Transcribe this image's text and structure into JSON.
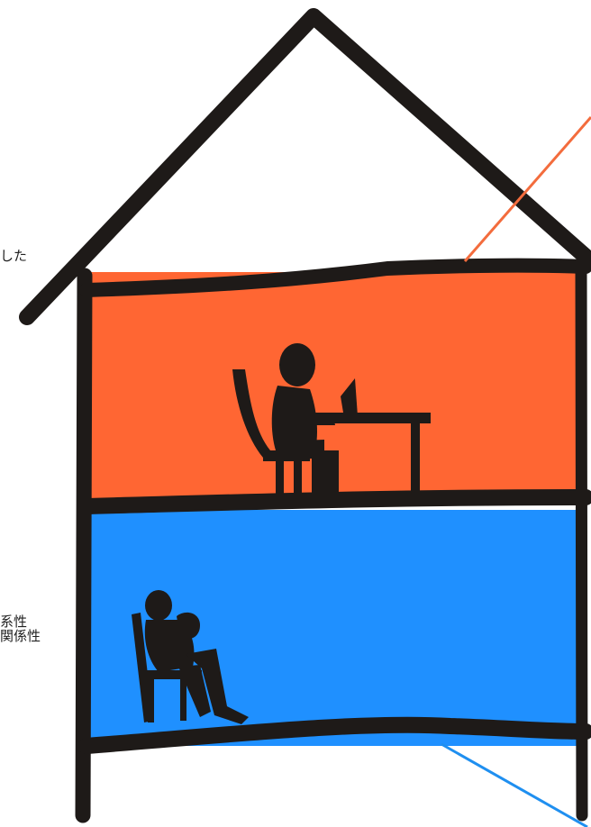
{
  "colors": {
    "upper_floor": "#ff6633",
    "lower_floor": "#1f90ff",
    "outline": "#1e1a18",
    "upper_line": "#f36c3d",
    "lower_line": "#1f8ff0"
  },
  "left_text": {
    "top_fragment": "した",
    "mid_fragment_1": "系性",
    "mid_fragment_2": "関係性"
  },
  "icons": {
    "upper_figure": "person-working-at-laptop-icon",
    "lower_figure": "person-relaxing-in-chair-icon"
  }
}
